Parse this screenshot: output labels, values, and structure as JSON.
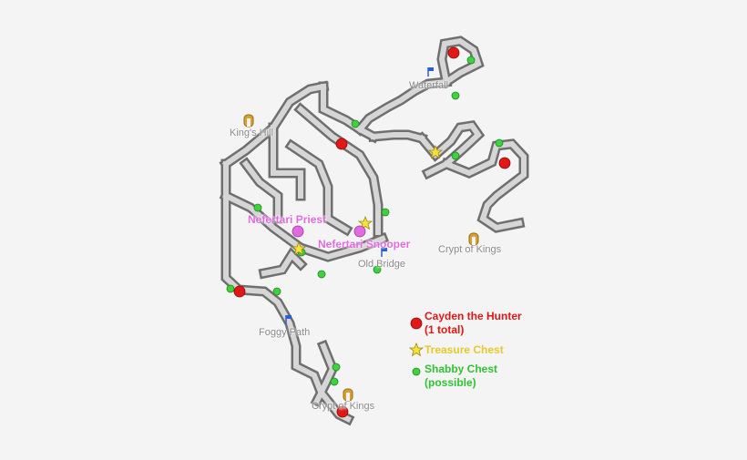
{
  "colors": {
    "background": "#f4f4f4",
    "path_fill": "#d6d6d6",
    "path_edge": "#6f6f6f",
    "boss": "#e01818",
    "treasure": "#f6e23a",
    "shabby": "#3fd23f",
    "npc": "#e26ae0",
    "icon_tan": "#d8a030",
    "icon_blue": "#2a5fd0"
  },
  "labels": {
    "waterfall": "Waterfall",
    "kings_hill": "King's Hill",
    "crypt_east": "Crypt of Kings",
    "old_bridge": "Old Bridge",
    "foggy_path": "Foggy Path",
    "crypt_south": "Crypt of Kings"
  },
  "npcs": {
    "priest": "Nefertari Priest",
    "snooper": "Nefertari Snooper"
  },
  "legend": {
    "boss": "Cayden the Hunter (1 total)",
    "treasure": "Treasure Chest",
    "shabby": "Shabby Chest (possible)"
  },
  "icons": {
    "kings_hill": "crypt-door-icon",
    "crypt_east": "crypt-door-icon",
    "crypt_south": "crypt-door-icon",
    "waterfall": "waypoint-flag-icon",
    "old_bridge": "waypoint-flag-icon",
    "foggy_path": "waypoint-flag-icon"
  }
}
